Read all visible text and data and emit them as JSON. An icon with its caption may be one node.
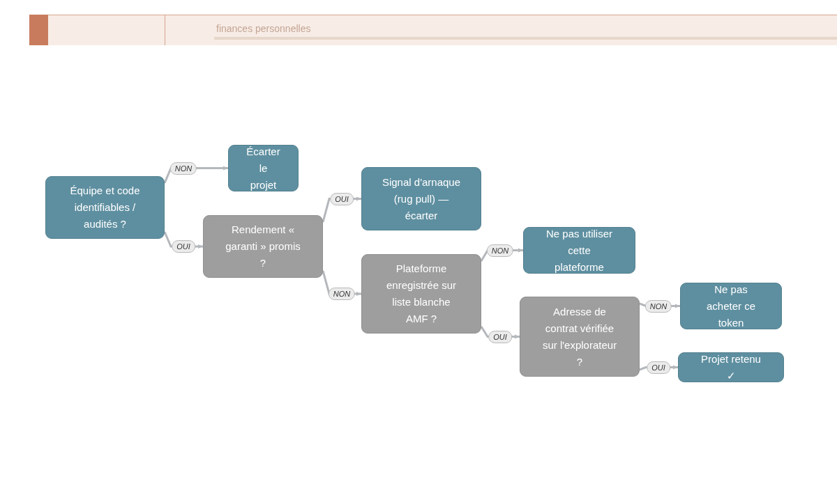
{
  "diagram": {
    "nodes": [
      {
        "text": [
          "Équipe et code identifiables / audités ?"
        ]
      },
      {
        "text": [
          "Écarter le projet"
        ]
      },
      {
        "text": [
          "Rendement « garanti » promis ?"
        ]
      },
      {
        "text": [
          "Signal d'arnaque (rug pull) — écarter"
        ]
      },
      {
        "text": [
          "Plateforme enregistrée sur liste blanche AMF ?"
        ]
      },
      {
        "text": [
          "Ne pas utiliser cette plateforme"
        ]
      },
      {
        "text": [
          "Adresse de contrat vérifiée sur l'explorateur ?"
        ]
      },
      {
        "text": [
          "Ne pas acheter ce token"
        ]
      },
      {
        "text": [
          "Projet retenu ✓"
        ]
      }
    ],
    "edges": [
      {
        "from": 0,
        "to": 1,
        "arrow": "to",
        "label": "NON"
      },
      {
        "from": 0,
        "to": 2,
        "arrow": "to",
        "label": "OUI"
      },
      {
        "from": 2,
        "to": 3,
        "arrow": "to",
        "label": "OUI"
      },
      {
        "from": 2,
        "to": 4,
        "arrow": "to",
        "label": "NON"
      },
      {
        "from": 4,
        "to": 5,
        "arrow": "to",
        "label": "NON"
      },
      {
        "from": 4,
        "to": 6,
        "arrow": "to",
        "label": "OUI"
      },
      {
        "from": 6,
        "to": 7,
        "arrow": "to",
        "label": "NON"
      },
      {
        "from": 6,
        "to": 8,
        "arrow": "to",
        "label": "OUI"
      }
    ],
    "labels": [
      "finances personnelles"
    ]
  }
}
